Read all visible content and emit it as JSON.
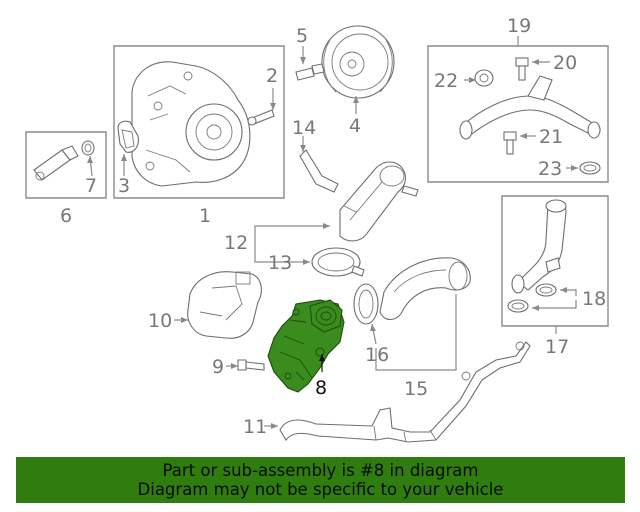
{
  "callouts": {
    "c1": "1",
    "c2": "2",
    "c3": "3",
    "c4": "4",
    "c5": "5",
    "c6": "6",
    "c7": "7",
    "c8": "8",
    "c9": "9",
    "c10": "10",
    "c11": "11",
    "c12": "12",
    "c13": "13",
    "c14": "14",
    "c15": "15",
    "c16": "16",
    "c17": "17",
    "c18": "18",
    "c19": "19",
    "c20": "20",
    "c21": "21",
    "c22": "22",
    "c23": "23"
  },
  "highlight": {
    "part_number": "8",
    "color": "#3b8c1e"
  },
  "banner": {
    "line1": "Part or sub-assembly is #8 in diagram",
    "line2": "Diagram may not be specific to your vehicle",
    "color": "#2e7d0e"
  }
}
